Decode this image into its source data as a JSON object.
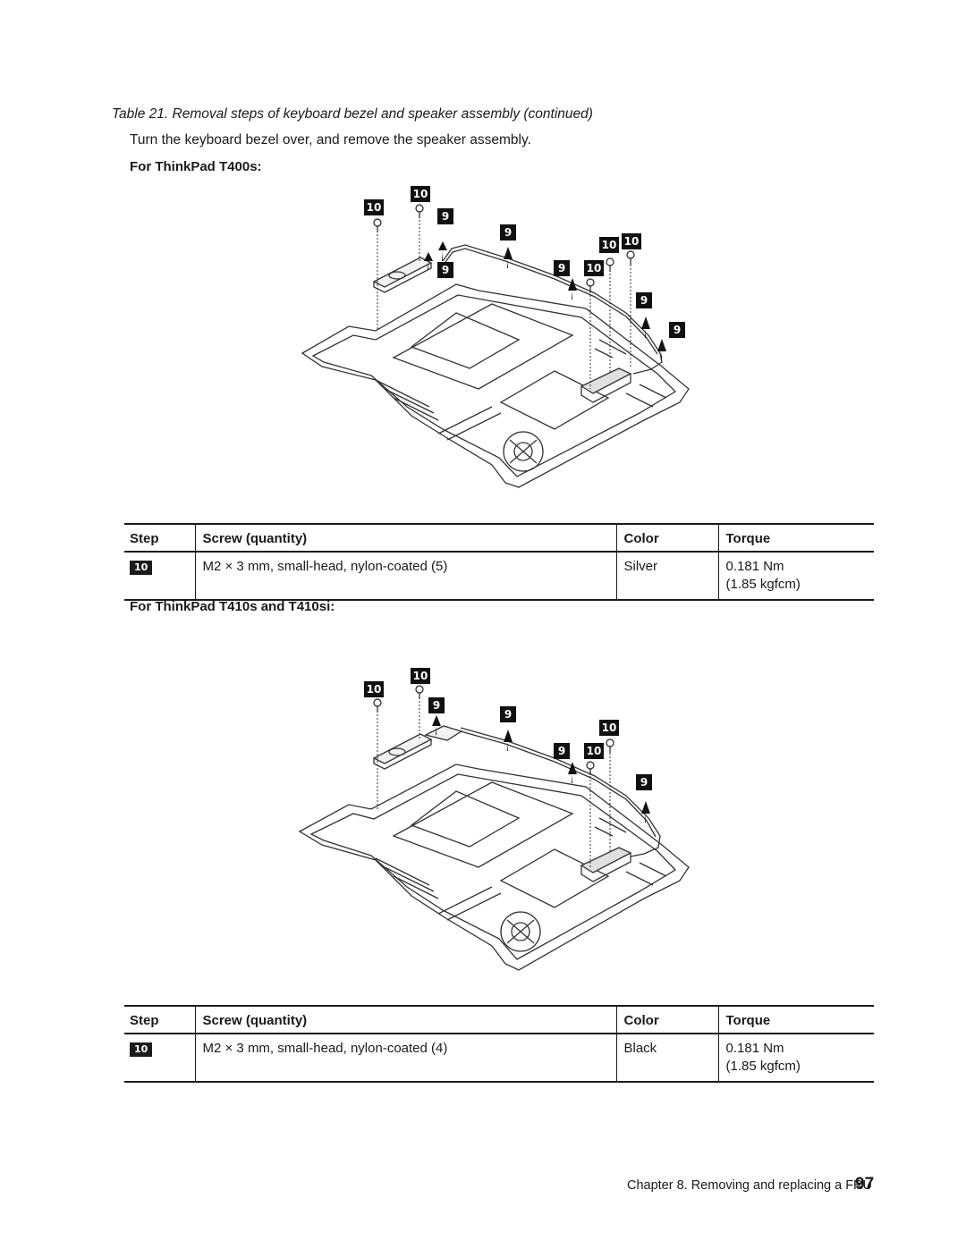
{
  "caption": "Table 21. Removal steps of keyboard bezel and speaker assembly (continued)",
  "intro": "Turn the keyboard bezel over, and remove the speaker assembly.",
  "sections": [
    {
      "heading": "For ThinkPad T400s:",
      "figure_callouts": [
        "10",
        "10",
        "9",
        "9",
        "9",
        "10",
        "10",
        "9",
        "10",
        "9",
        "9"
      ],
      "table": {
        "headers": [
          "Step",
          "Screw (quantity)",
          "Color",
          "Torque"
        ],
        "row": {
          "step": "10",
          "screw": "M2 × 3 mm, small-head, nylon-coated (5)",
          "color": "Silver",
          "torque_nm": "0.181 Nm",
          "torque_kgfcm": "(1.85 kgfcm)"
        }
      }
    },
    {
      "heading": "For ThinkPad T410s and T410si:",
      "figure_callouts": [
        "10",
        "10",
        "9",
        "9",
        "10",
        "9",
        "10",
        "9"
      ],
      "table": {
        "headers": [
          "Step",
          "Screw (quantity)",
          "Color",
          "Torque"
        ],
        "row": {
          "step": "10",
          "screw": "M2 × 3 mm, small-head, nylon-coated (4)",
          "color": "Black",
          "torque_nm": "0.181 Nm",
          "torque_kgfcm": "(1.85 kgfcm)"
        }
      }
    }
  ],
  "footer": {
    "chapter": "Chapter 8. Removing and replacing a FRU",
    "page": "97"
  }
}
